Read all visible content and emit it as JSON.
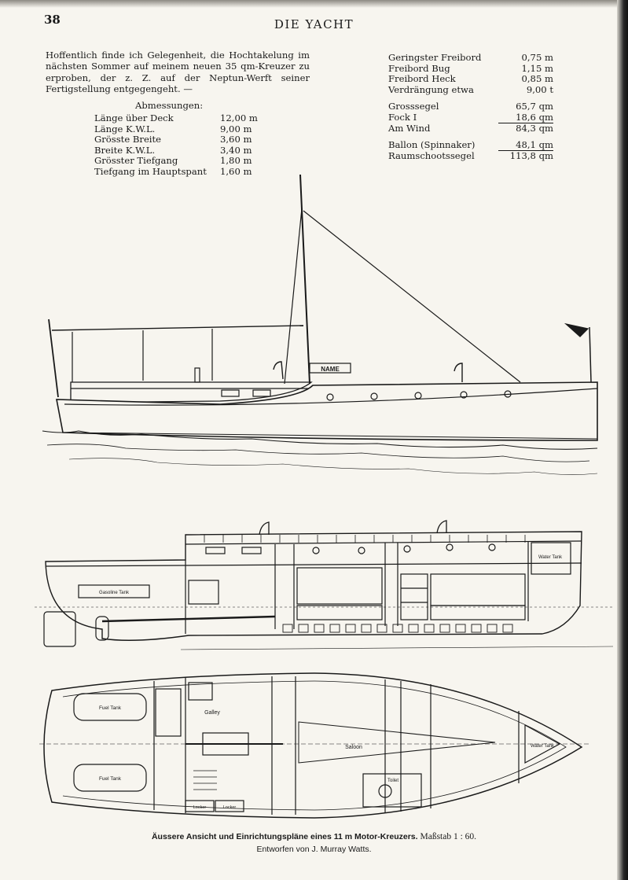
{
  "header": {
    "page_number": "38",
    "running_head": "DIE YACHT"
  },
  "intro_text": "Hoffentlich finde ich Gelegenheit, die Hochtakelung im nächsten Sommer auf meinem neuen 35 qm-Kreuzer zu erproben, der z. Z. auf der Neptun-Werft seiner Fertigstellung entgegengeht. —",
  "dimensions": {
    "title": "Abmessungen:",
    "rows": [
      {
        "label": "Länge über Deck",
        "value": "12,00 m"
      },
      {
        "label": "Länge K.W.L.",
        "value": "9,00 m"
      },
      {
        "label": "Grösste Breite",
        "value": "3,60 m"
      },
      {
        "label": "Breite K.W.L.",
        "value": "3,40 m"
      },
      {
        "label": "Grösster Tiefgang",
        "value": "1,80 m"
      },
      {
        "label": "Tiefgang im Hauptspant",
        "value": "1,60 m"
      }
    ]
  },
  "specs": {
    "rows": [
      {
        "label": "Geringster Freibord",
        "value": "0,75 m"
      },
      {
        "label": "Freibord Bug",
        "value": "1,15 m"
      },
      {
        "label": "Freibord Heck",
        "value": "0,85 m"
      },
      {
        "label": "Verdrängung etwa",
        "value": "9,00 t"
      }
    ],
    "sail_rows": [
      {
        "label": "Grosssegel",
        "value": "65,7 qm"
      },
      {
        "label": "Fock I",
        "value": "18,6 qm"
      },
      {
        "label": "Am Wind",
        "value": "84,3 qm"
      }
    ],
    "extra_rows": [
      {
        "label": "Ballon (Spinnaker)",
        "value": "48,1 qm"
      },
      {
        "label": "Raumschootssegel",
        "value": "113,8 qm"
      }
    ]
  },
  "drawing_labels": {
    "nameplate": "NAME",
    "gasoline_tank": "Gasoline Tank",
    "water_tank_section": "Water Tank",
    "fuel_tank_top": "Fuel Tank",
    "fuel_tank_bottom": "Fuel Tank",
    "galley": "Galley",
    "saloon": "Saloon",
    "water_tank_bow": "Water Tank",
    "toilet": "Toilet",
    "locker_1": "Locker",
    "locker_2": "Locker"
  },
  "caption": {
    "main": "Äussere Ansicht und Einrichtungspläne eines 11 m Motor-Kreuzers.",
    "scale": "Maßstab 1 : 60.",
    "designer": "Entworfen von J. Murray Watts."
  }
}
